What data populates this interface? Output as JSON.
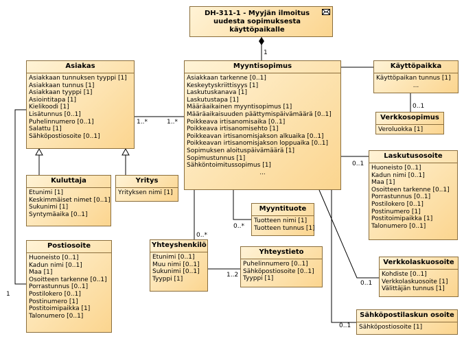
{
  "root": {
    "title": "DH-311-1 - Myyjän ilmoitus uudesta sopimuksesta käyttöpaikalle",
    "icon": "envelope-icon"
  },
  "classes": {
    "asiakas": {
      "name": "Asiakas",
      "attrs": [
        "Asiakkaan tunnuksen tyyppi [1]",
        "Asiakkaan tunnus [1]",
        "Asiakkaan tyyppi [1]",
        "Asiointitapa [1]",
        "Kielikoodi [1]",
        "Lisätunnus [0..1]",
        "Puhelinnumero [0..1]",
        "Salattu [1]",
        "Sähköpostiosoite [0..1]"
      ]
    },
    "myyntisopimus": {
      "name": "Myyntisopimus",
      "attrs": [
        "Asiakkaan tarkenne [0..1]",
        "Keskeytyskriittisyys [1]",
        "Laskutuskanava [1]",
        "Laskutustapa [1]",
        "Määräaikainen myyntisopimus [1]",
        "Määräaikaisuuden päättymispäivämäärä [0..1]",
        "Poikkeava irtisanomisaika [0..1]",
        "Poikkeava irtisanomisehto [1]",
        "Poikkeavan irtisanomisjakson alkuaika [0..1]",
        "Poikkeavan irtisanomisjakson loppuaika [0..1]",
        "Sopimuksen aloituspäivämäärä [1]",
        "Sopimustunnus [1]",
        "Sähköntoimitussopimus [1]",
        "..."
      ]
    },
    "kayttopaikka": {
      "name": "Käyttöpaikka",
      "attrs": [
        "Käyttöpaikan tunnus [1]",
        "..."
      ]
    },
    "verkkosopimus": {
      "name": "Verkkosopimus",
      "attrs": [
        "Veroluokka [1]"
      ]
    },
    "laskutusosoite": {
      "name": "Laskutusosoite",
      "attrs": [
        "Huoneisto [0..1]",
        "Kadun nimi [0..1]",
        "Maa [1]",
        "Osoitteen tarkenne [0..1]",
        "Porrastunnus [0..1]",
        "Postilokero [0..1]",
        "Postinumero [1]",
        "Postitoimipaikka [1]",
        "Talonumero [0..1]"
      ]
    },
    "kuluttaja": {
      "name": "Kuluttaja",
      "attrs": [
        "Etunimi [1]",
        "Keskimmäiset nimet [0..1]",
        "Sukunimi [1]",
        "Syntymäaika [0..1]"
      ]
    },
    "yritys": {
      "name": "Yritys",
      "attrs": [
        "Yrityksen nimi [1]"
      ]
    },
    "myyntituote": {
      "name": "Myyntituote",
      "attrs": [
        "Tuotteen nimi [1]",
        "Tuotteen tunnus [1]"
      ]
    },
    "postiosoite": {
      "name": "Postiosoite",
      "attrs": [
        "Huoneisto [0..1]",
        "Kadun nimi [0..1]",
        "Maa [1]",
        "Osoitteen tarkenne [0..1]",
        "Porrastunnus [0..1]",
        "Postilokero [0..1]",
        "Postinumero [1]",
        "Postitoimipaikka [1]",
        "Talonumero [0..1]"
      ]
    },
    "yhteyshenkilo": {
      "name": "Yhteyshenkilö",
      "attrs": [
        "Etunimi [0..1]",
        "Muu nimi [0..1]",
        "Sukunimi [0..1]",
        "Tyyppi [1]"
      ]
    },
    "yhteystieto": {
      "name": "Yhteystieto",
      "attrs": [
        "Puhelinnumero [0..1]",
        "Sähköpostiosoite [0..1]",
        "Tyyppi [1]"
      ]
    },
    "verkkolaskuosoite": {
      "name": "Verkkolaskuosoite",
      "attrs": [
        "Kohdiste [0..1]",
        "Verkkolaskuosoite [1]",
        "Välittäjän tunnus [1]"
      ]
    },
    "sahkopostilasku": {
      "name": "Sähköpostilaskun osoite",
      "attrs": [
        "Sähköpostiosoite [1]"
      ]
    }
  },
  "multiplicities": {
    "root_myyntisopimus": "1",
    "asiakas_side": "1..*",
    "myyntisopimus_side": "1..*",
    "verkkosopimus": "0..1",
    "laskutusosoite": "0..1",
    "myyntituote": "0..*",
    "yhteyshenkilo": "0..*",
    "yhteystieto": "1..2",
    "verkkolaskuosoite": "0..1",
    "sahkopostilasku": "0..1",
    "postiosoite": "1"
  }
}
